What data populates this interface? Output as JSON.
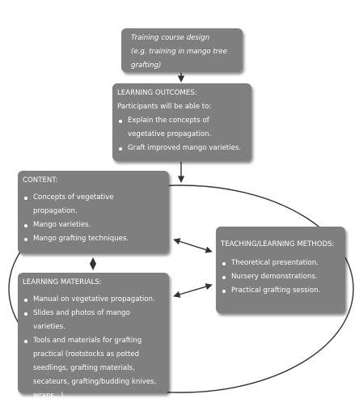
{
  "training_design": {
    "line1": "Training course design",
    "line2": "(e.g. training in mango tree",
    "line3": "grafting)"
  },
  "learning_outcomes": {
    "title": "LEARNING OUTCOMES:",
    "intro": "Participants will be able to:",
    "items": [
      "Explain the concepts of vegetative propagation.",
      "Graft improved mango varieties."
    ]
  },
  "content": {
    "title": "CONTENT:",
    "items": [
      "Concepts of vegetative propagation.",
      "Mango varieties.",
      "Mango grafting techniques."
    ]
  },
  "learning_materials": {
    "title": "LEARNING MATERIALS:",
    "items": [
      "Manual on vegetative propagation.",
      "Slides and photos of mango varieties.",
      "Tools and materials for grafting practical (rootstocks as potted seedlings, grafting materials, secateurs, grafting/budding knives, wraps...)."
    ]
  },
  "teaching_methods": {
    "title": "TEACHING/LEARNING METHODS:",
    "items": [
      "Theoretical presentation.",
      "Nursery demonstrations.",
      "Practical grafting session."
    ]
  },
  "colors": {
    "box_fill": "#7f7f7f",
    "box_text": "#ffffff",
    "line": "#333333"
  }
}
